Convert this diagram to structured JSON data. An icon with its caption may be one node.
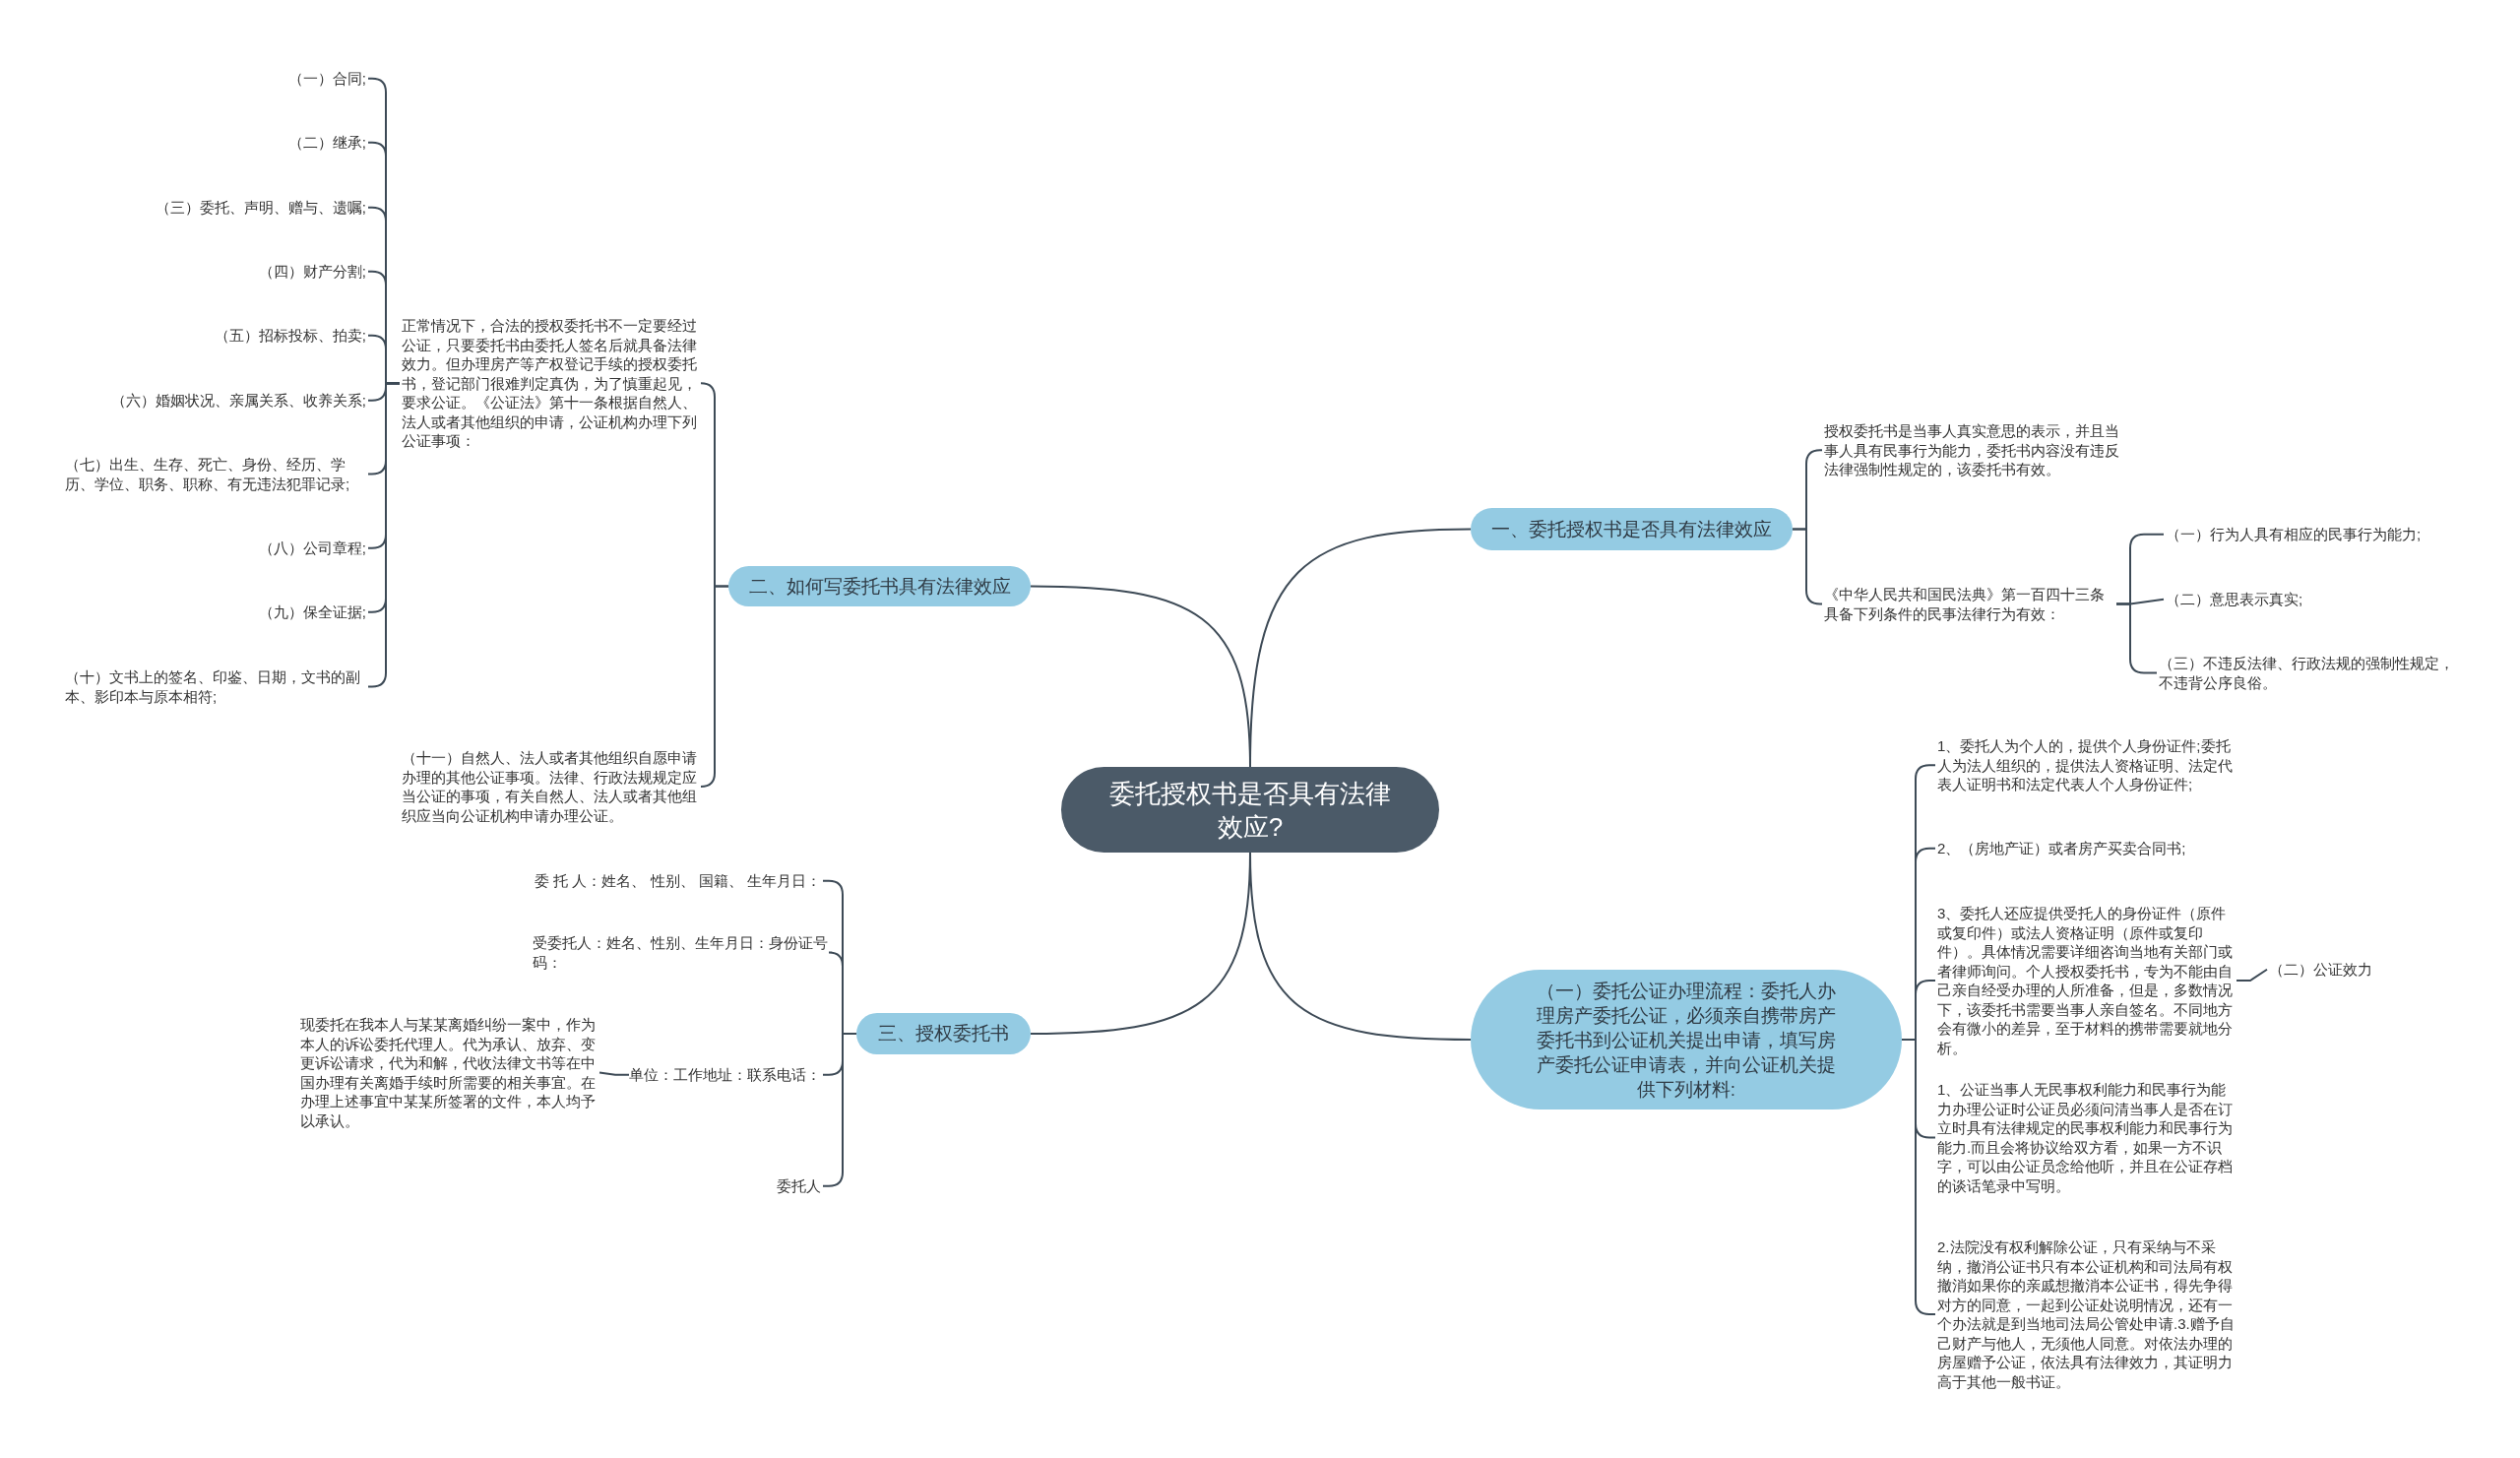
{
  "diagram": {
    "nodes": [
      {
        "text": [
          "委托授权书是否具有法律效应?"
        ]
      },
      {
        "text": [
          "一、委托授权书是否具有法律效应"
        ]
      },
      {
        "text": [
          "授权委托书是当事人真实意思的表示，并且当事人具有民事行为能力，委托书内容没有违反法律强制性规定的，该委托书有效。"
        ]
      },
      {
        "text": [
          "《中华人民共和国民法典》第一百四十三条具备下列条件的民事法律行为有效："
        ]
      },
      {
        "text": [
          "（一）行为人具有相应的民事行为能力;"
        ]
      },
      {
        "text": [
          "（二）意思表示真实;"
        ]
      },
      {
        "text": [
          "（三）不违反法律、行政法规的强制性规定，不违背公序良俗。"
        ]
      },
      {
        "text": [
          "二、如何写委托书具有法律效应"
        ]
      },
      {
        "text": [
          "正常情况下，合法的授权委托书不一定要经过公证，只要委托书由委托人签名后就具备法律效力。但办理房产等产权登记手续的授权委托书，登记部门很难判定真伪，为了慎重起见，要求公证。《公证法》第十一条根据自然人、法人或者其他组织的申请，公证机构办理下列公证事项："
        ]
      },
      {
        "text": [
          "（十一）自然人、法人或者其他组织自愿申请办理的其他公证事项。法律、行政法规规定应当公证的事项，有关自然人、法人或者其他组织应当向公证机构申请办理公证。"
        ]
      },
      {
        "text": [
          "（一）合同;"
        ]
      },
      {
        "text": [
          "（二）继承;"
        ]
      },
      {
        "text": [
          "（三）委托、声明、赠与、遗嘱;"
        ]
      },
      {
        "text": [
          "（四）财产分割;"
        ]
      },
      {
        "text": [
          "（五）招标投标、拍卖;"
        ]
      },
      {
        "text": [
          "（六）婚姻状况、亲属关系、收养关系;"
        ]
      },
      {
        "text": [
          "（七）出生、生存、死亡、身份、经历、学历、学位、职务、职称、有无违法犯罪记录;"
        ]
      },
      {
        "text": [
          "（八）公司章程;"
        ]
      },
      {
        "text": [
          "（九）保全证据;"
        ]
      },
      {
        "text": [
          "（十）文书上的签名、印鉴、日期，文书的副本、影印本与原本相符;"
        ]
      },
      {
        "text": [
          "三、授权委托书"
        ]
      },
      {
        "text": [
          "委 托 人：姓名、 性别、 国籍、 生年月日："
        ]
      },
      {
        "text": [
          "受委托人：姓名、性别、生年月日：身份证号码："
        ]
      },
      {
        "text": [
          "单位：工作地址：联系电话："
        ]
      },
      {
        "text": [
          "现委托在我本人与某某离婚纠纷一案中，作为本人的诉讼委托代理人。代为承认、放弃、变更诉讼请求，代为和解，代收法律文书等在中国办理有关离婚手续时所需要的相关事宜。在办理上述事宜中某某所签署的文件，本人均予以承认。"
        ]
      },
      {
        "text": [
          "委托人"
        ]
      },
      {
        "text": [
          "（一）委托公证办理流程：委托人办理房产委托公证，必须亲自携带房产委托书到公证机关提出申请，填写房产委托公证申请表，并向公证机关提供下列材料:"
        ]
      },
      {
        "text": [
          "1、委托人为个人的，提供个人身份证件;委托人为法人组织的，提供法人资格证明、法定代表人证明书和法定代表人个人身份证件;"
        ]
      },
      {
        "text": [
          "2、（房地产证）或者房产买卖合同书;"
        ]
      },
      {
        "text": [
          "3、委托人还应提供受托人的身份证件（原件或复印件）或法人资格证明（原件或复印件）。具体情况需要详细咨询当地有关部门或者律师询问。个人授权委托书，专为不能由自己亲自经受办理的人所准备，但是，多数情况下，该委托书需要当事人亲自签名。不同地方会有微小的差异，至于材料的携带需要就地分析。"
        ]
      },
      {
        "text": [
          "（二）公证效力"
        ]
      },
      {
        "text": [
          "1、公证当事人无民事权利能力和民事行为能力办理公证时公证员必须问清当事人是否在订立时具有法律规定的民事权利能力和民事行为能力.而且会将协议给双方看，如果一方不识字，可以由公证员念给他听，并且在公证存档的谈话笔录中写明。"
        ]
      },
      {
        "text": [
          "2.法院没有权利解除公证，只有采纳与不采纳，撤消公证书只有本公证机构和司法局有权撤消如果你的亲戚想撤消本公证书，得先争得对方的同意，一起到公证处说明情况，还有一个办法就是到当地司法局公管处申请.3.赠予自己财产与他人，无须他人同意。对依法办理的房屋赠予公证，依法具有法律效力，其证明力高于其他一般书证。"
        ]
      }
    ],
    "edges": [
      {
        "from": 0,
        "to": 1,
        "arrow": "none"
      },
      {
        "from": 1,
        "to": 2,
        "arrow": "none"
      },
      {
        "from": 1,
        "to": 3,
        "arrow": "none"
      },
      {
        "from": 3,
        "to": 4,
        "arrow": "none"
      },
      {
        "from": 3,
        "to": 5,
        "arrow": "none"
      },
      {
        "from": 3,
        "to": 6,
        "arrow": "none"
      },
      {
        "from": 0,
        "to": 7,
        "arrow": "none"
      },
      {
        "from": 7,
        "to": 8,
        "arrow": "none"
      },
      {
        "from": 7,
        "to": 9,
        "arrow": "none"
      },
      {
        "from": 8,
        "to": 10,
        "arrow": "none"
      },
      {
        "from": 8,
        "to": 11,
        "arrow": "none"
      },
      {
        "from": 8,
        "to": 12,
        "arrow": "none"
      },
      {
        "from": 8,
        "to": 13,
        "arrow": "none"
      },
      {
        "from": 8,
        "to": 14,
        "arrow": "none"
      },
      {
        "from": 8,
        "to": 15,
        "arrow": "none"
      },
      {
        "from": 8,
        "to": 16,
        "arrow": "none"
      },
      {
        "from": 8,
        "to": 17,
        "arrow": "none"
      },
      {
        "from": 8,
        "to": 18,
        "arrow": "none"
      },
      {
        "from": 8,
        "to": 19,
        "arrow": "none"
      },
      {
        "from": 0,
        "to": 20,
        "arrow": "none"
      },
      {
        "from": 20,
        "to": 21,
        "arrow": "none"
      },
      {
        "from": 20,
        "to": 22,
        "arrow": "none"
      },
      {
        "from": 20,
        "to": 23,
        "arrow": "none"
      },
      {
        "from": 23,
        "to": 24,
        "arrow": "none"
      },
      {
        "from": 20,
        "to": 25,
        "arrow": "none"
      },
      {
        "from": 0,
        "to": 26,
        "arrow": "none"
      },
      {
        "from": 26,
        "to": 27,
        "arrow": "none"
      },
      {
        "from": 26,
        "to": 28,
        "arrow": "none"
      },
      {
        "from": 26,
        "to": 29,
        "arrow": "none"
      },
      {
        "from": 29,
        "to": 30,
        "arrow": "none"
      },
      {
        "from": 26,
        "to": 31,
        "arrow": "none"
      },
      {
        "from": 26,
        "to": 32,
        "arrow": "none"
      }
    ]
  }
}
